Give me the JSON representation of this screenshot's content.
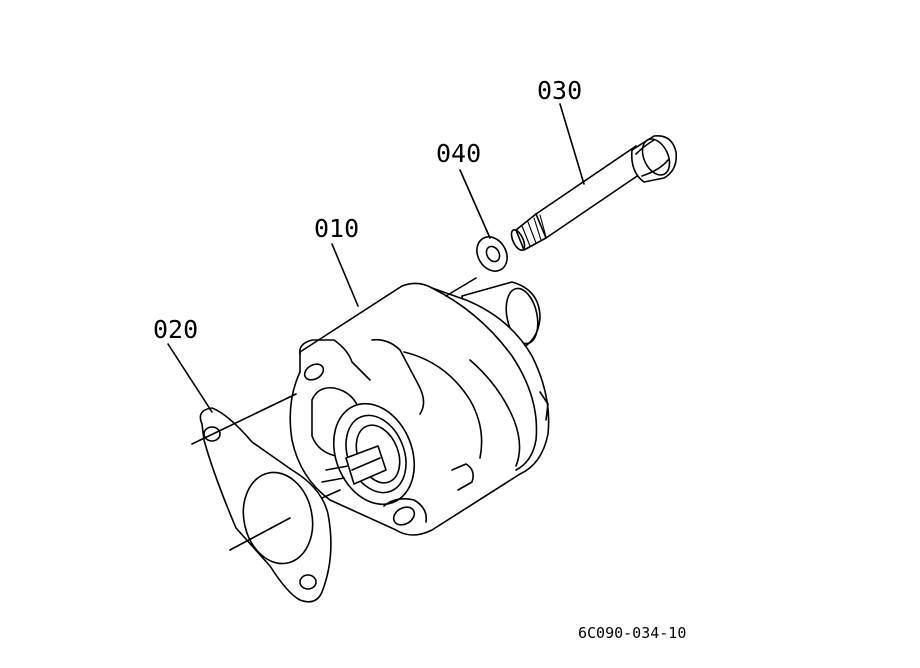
{
  "callouts": {
    "pump": "010",
    "gasket": "020",
    "bolt": "030",
    "washer": "040"
  },
  "drawing_ref": "6C090-034-10"
}
